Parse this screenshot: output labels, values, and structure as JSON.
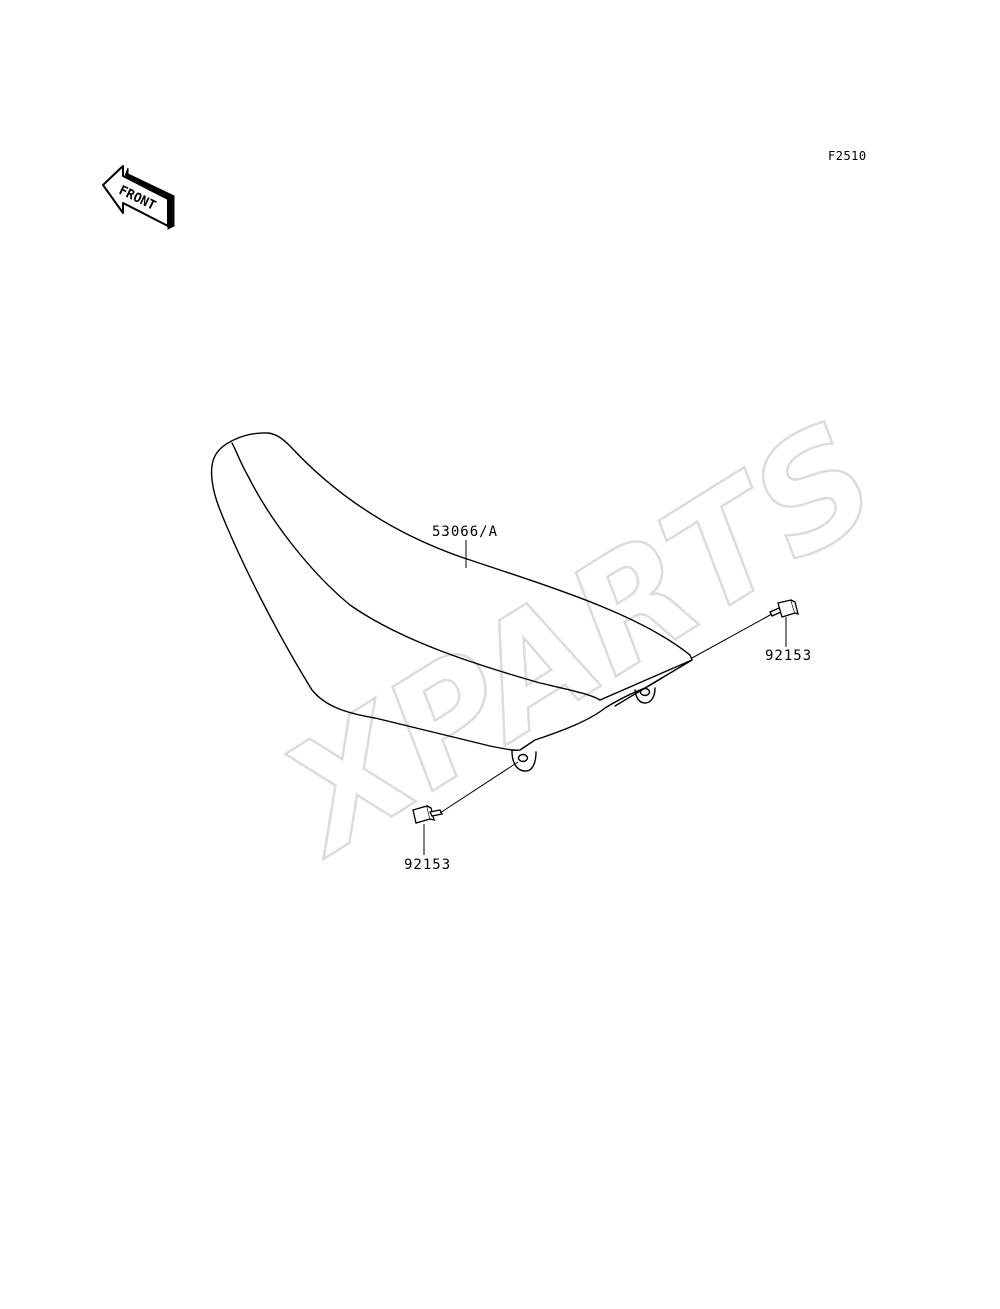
{
  "figure_code": "F2510",
  "front_indicator": {
    "text": "FRONT",
    "icon": "front-arrow-icon"
  },
  "watermark": "XPARTS",
  "parts": {
    "seat": {
      "part_number": "53066/A"
    },
    "bolt_right": {
      "part_number": "92153"
    },
    "bolt_left": {
      "part_number": "92153"
    }
  }
}
